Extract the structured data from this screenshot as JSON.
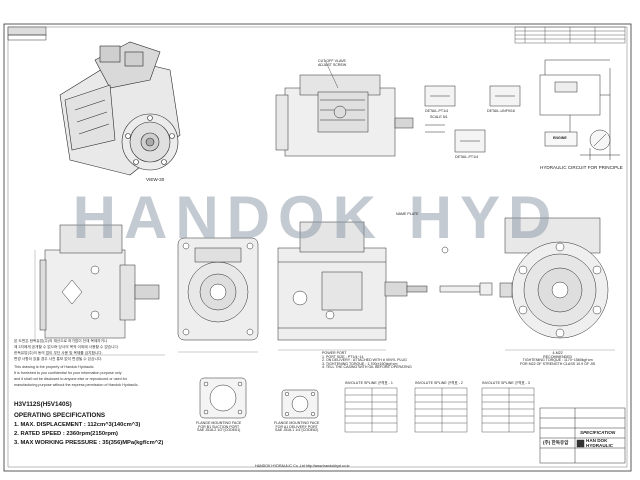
{
  "views": {
    "view_label": "VIEW-30",
    "cutoff_valve_label": "CUT-OFF VLAVE\nADJUST SCREW",
    "detail_1": "DETAIL-PT1/4",
    "detail_2": "DETAIL-UNF9/16",
    "detail_3": "DETAIL-PT1/4",
    "scale_1": "SCALE 5/1",
    "circuit_title": "HYDRAULIC CIRCUIT FOR PRINCIPLE",
    "engine_label": "ENGINE",
    "name_plate": "NAME PLATE",
    "flange_a_title": "FLANGE MOUNTING FACE\nFOR B1 SUCTION PORT\nSAE J518-2 1/2\"(CODE61)",
    "flange_b_title": "FLANGE MOUNTING FACE\nFOR A1 DELIVERY PORT\nSAE J518-1 1/4\"(CODE62)",
    "power_port": "POWER PORT\n1. PORT SIZE : PT1/4~14\n2. ON DELIVERY : ATTACHED WITH # VINYL PLUG\n3. TIGHTENING TORQUE : 1,700(±150)kgf·cm\n4. TELL THE CASING WITH OIL BEFORE OPERATING",
    "tightening_note": "4-M22\nRECOMMENDED\nTIGHTENING TORQUE : 1170~1560kgf·cm\nFOR M22 OF STRENGTH CLASS 10.9 OF JIS"
  },
  "watermark": "HANDOK HYD",
  "notes": {
    "korean_1": "본 도면은 한독유압(주)의 재산으로 허가없이 전재 복제하거나",
    "korean_2": "제 3자에게 공개할 수 없으며 당사의 목적 이외에 사용할 수 없습니다.",
    "korean_3": "한독유압(주)의 동의 없이 무단 사용 및 복제를 금지합니다.",
    "korean_4": "변경 사항이 있을 경우 사전 통보 없이 변경될 수 있습니다.",
    "english_1": "This drawing is the property of Handok Hydraulic.",
    "english_2": "It is furnished to you confidential for your information purpose only",
    "english_3": "and it shall not be disclosed to anyone else or reproduced or used for",
    "english_4": "manufacturing purpose without the express permission of Handok Hydraulic."
  },
  "specs": {
    "model": "H3V112S(H5V140S)",
    "heading": "OPERATING SPECIFICATIONS",
    "item_1": "1. MAX. DISPLACEMENT : 112cm^3(140cm^3)",
    "item_2": "2. RATED SPEED : 2360rpm(2150rpm)",
    "item_3": "3. MAX WORKING PRESSURE : 35(356)MPa(kgf/cm^2)"
  },
  "tables": {
    "spline_1": "INVOLUTE SPLINE 규격표 - 1",
    "spline_2": "INVOLUTE SPLINE 규격표 - 2",
    "spline_3": "INVOLUTE SPLINE 규격표 - 3"
  },
  "title_block": {
    "company_kr": "(주) 한독유압",
    "company": "HAN DOK\nHYDRAULIC",
    "spec_label": "SPECIFICATION",
    "footer": "HANDOK HYDRAULIC Co.,Ltd  http://www.handokhyd.co.kr"
  },
  "colors": {
    "line": "#2a2a2a",
    "watermark": "#8796a5"
  }
}
